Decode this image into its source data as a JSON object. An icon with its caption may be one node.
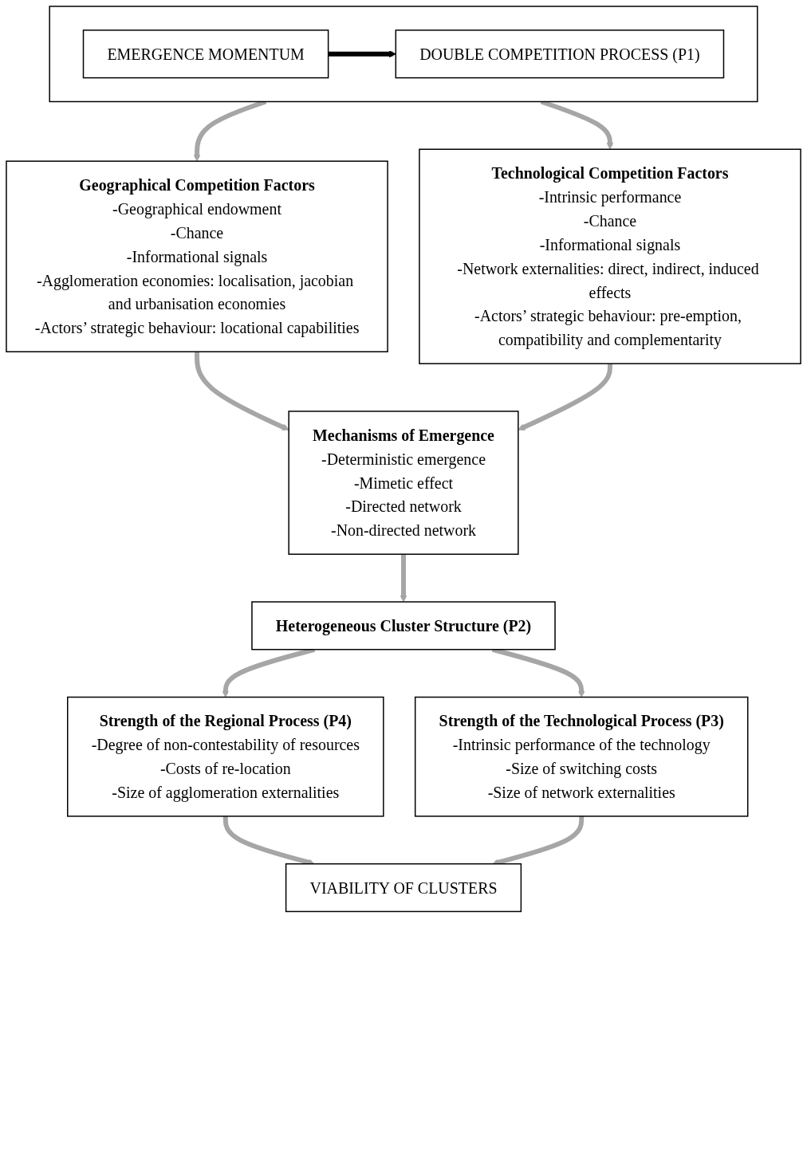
{
  "diagram": {
    "nodes": [
      {
        "text": [],
        "shape": "box"
      },
      {
        "text": [
          "EMERGENCE MOMENTUM"
        ],
        "in": 0
      },
      {
        "text": [
          "DOUBLE COMPETITION PROCESS (P1)"
        ],
        "in": 0
      },
      {
        "text": [
          "Geographical Competition Factors",
          "-Geographical endowment",
          "-Chance",
          "-Informational signals",
          "-Agglomeration economies: localisation, jacobian and urbanisation economies",
          "-Actors’ strategic behaviour: locational capabilities"
        ]
      },
      {
        "text": [
          "Technological Competition Factors",
          "-Intrinsic performance",
          "-Chance",
          "-Informational signals",
          "-Network externalities: direct, indirect, induced effects",
          "-Actors’ strategic behaviour: pre-emption, compatibility and complementarity"
        ]
      },
      {
        "text": [
          "Mechanisms of Emergence",
          "-Deterministic emergence",
          "-Mimetic effect",
          "-Directed network",
          "-Non-directed network"
        ]
      },
      {
        "text": [
          "Heterogeneous Cluster Structure (P2)"
        ]
      },
      {
        "text": [
          "Strength of the Regional Process (P4)",
          "-Degree of non-contestability of resources",
          "-Costs of re-location",
          "-Size of agglomeration externalities"
        ]
      },
      {
        "text": [
          "Strength of the Technological Process (P3)",
          "-Intrinsic performance of the technology",
          "-Size of switching costs",
          "-Size of network externalities"
        ]
      },
      {
        "text": [
          "VIABILITY OF CLUSTERS"
        ]
      }
    ],
    "edges": [
      {
        "from": 1,
        "to": 2,
        "arrow": "to",
        "color": "#000000"
      },
      {
        "from": 0,
        "to": 3,
        "arrow": "to"
      },
      {
        "from": 0,
        "to": 4,
        "arrow": "to"
      },
      {
        "from": 3,
        "to": 5,
        "arrow": "to"
      },
      {
        "from": 4,
        "to": 5,
        "arrow": "to"
      },
      {
        "from": 5,
        "to": 6,
        "arrow": "to"
      },
      {
        "from": 6,
        "to": 7,
        "arrow": "to"
      },
      {
        "from": 6,
        "to": 8,
        "arrow": "to"
      },
      {
        "from": 7,
        "to": 9,
        "arrow": "to"
      },
      {
        "from": 8,
        "to": 9,
        "arrow": "to"
      }
    ]
  }
}
